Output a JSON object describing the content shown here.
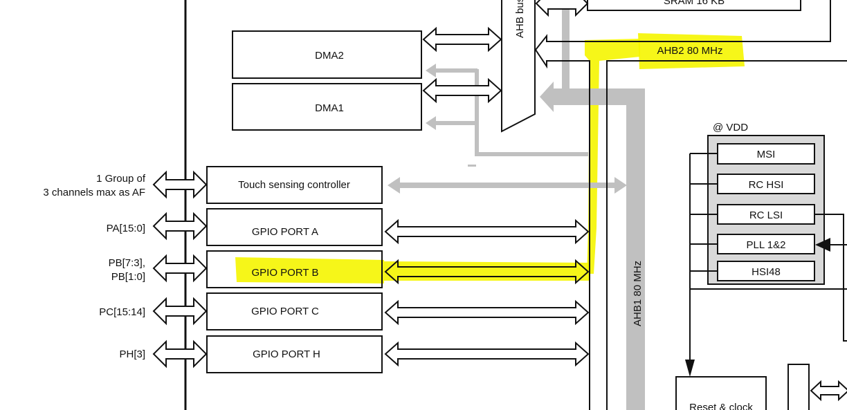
{
  "blocks": {
    "sram": "SRAM 16 KB",
    "ahb_matrix": "AHB bus matrix",
    "ahb2": "AHB2 80 MHz",
    "ahb1": "AHB1 80 MHz",
    "dma2": "DMA2",
    "dma1": "DMA1",
    "touch": "Touch sensing controller",
    "gpio_a": "GPIO PORT A",
    "gpio_b": "GPIO PORT B",
    "gpio_c": "GPIO PORT C",
    "gpio_h": "GPIO PORT H",
    "vdd": "@ VDD",
    "msi": "MSI",
    "rc_hsi": "RC HSI",
    "rc_lsi": "RC LSI",
    "pll": "PLL 1&2",
    "hsi48": "HSI48",
    "reset_clock": "Reset & clock"
  },
  "pins": {
    "touch_line1": "1 Group of",
    "touch_line2": "3 channels max as AF",
    "pa": "PA[15:0]",
    "pb_line1": "PB[7:3],",
    "pb_line2": "PB[1:0]",
    "pc": "PC[15:14]",
    "ph": "PH[3]"
  },
  "colors": {
    "highlight": "#f5f500",
    "bus_grey": "#c0c0c0"
  }
}
